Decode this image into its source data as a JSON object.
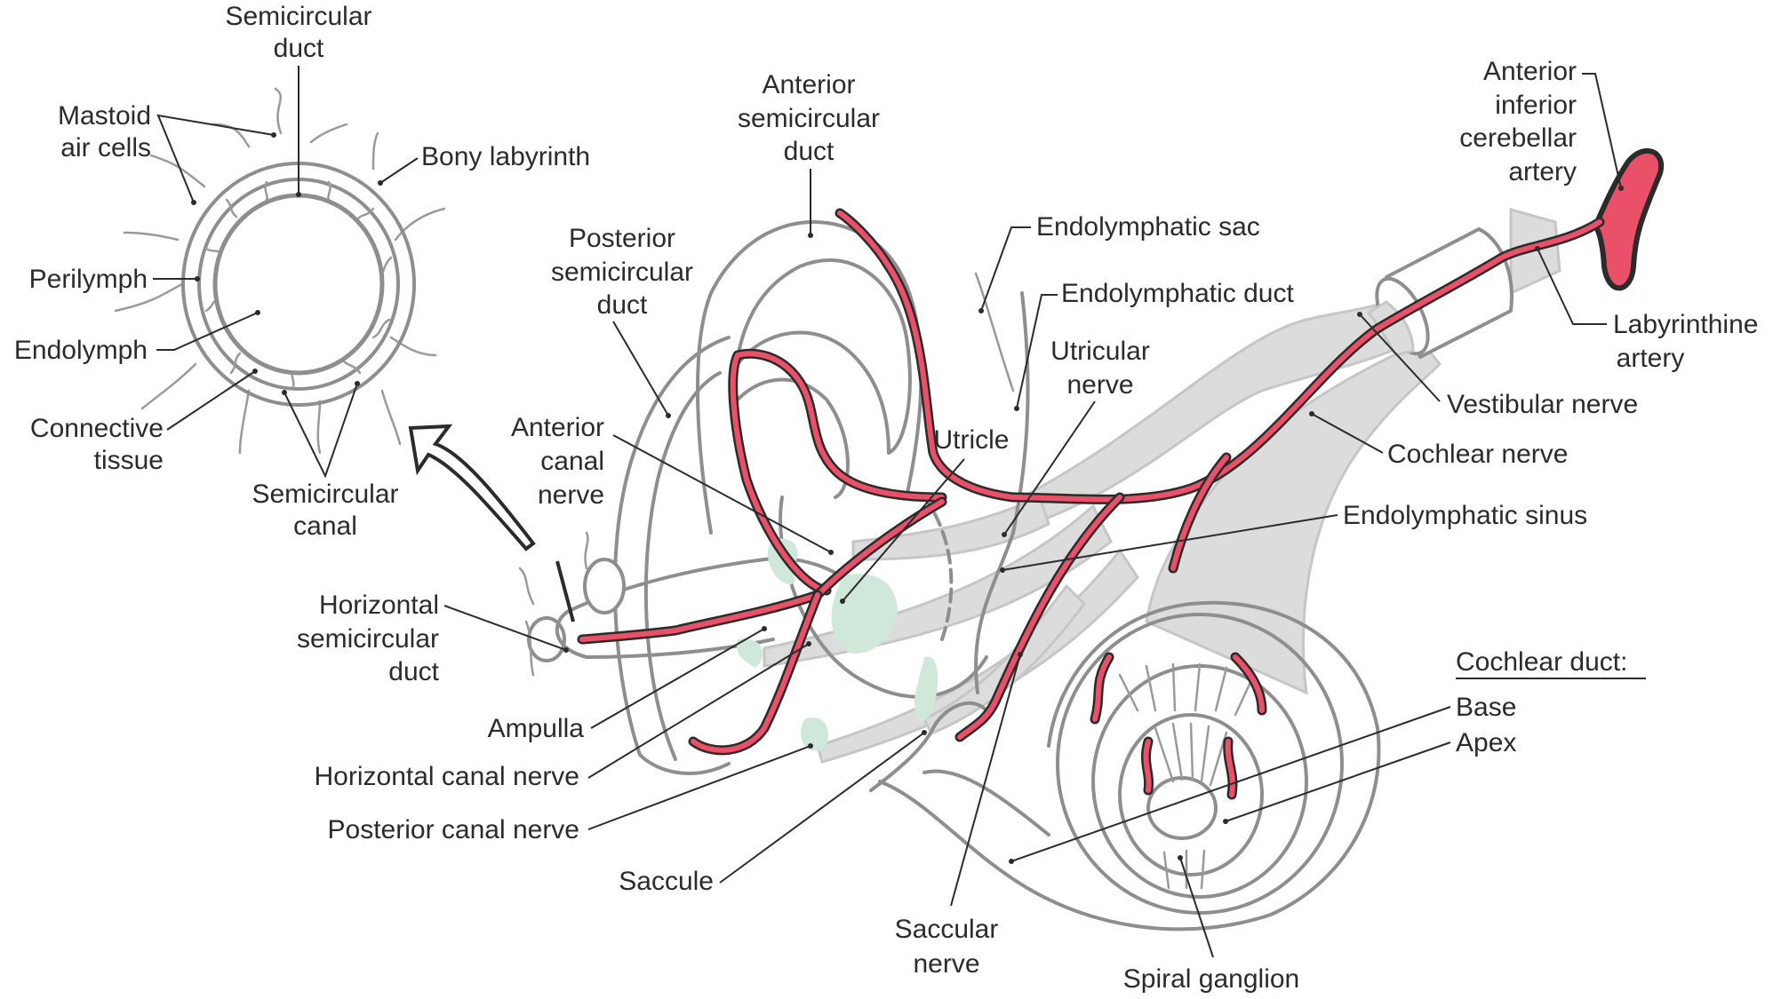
{
  "figure": {
    "colors": {
      "artery": "#ea5068",
      "sensory_epithelium": "#cfe8da",
      "nerve": "#dcdcdd",
      "outline": "#8e8e8e",
      "leader": "#2b2b2b"
    },
    "inset_labels": {
      "semicircular_duct": [
        "Semicircular",
        "duct"
      ],
      "mastoid_air_cells": [
        "Mastoid",
        "air cells"
      ],
      "bony_labyrinth": "Bony labyrinth",
      "perilymph": "Perilymph",
      "endolymph": "Endolymph",
      "connective_tissue": [
        "Connective",
        "tissue"
      ],
      "semicircular_canal": [
        "Semicircular",
        "canal"
      ]
    },
    "labels": {
      "posterior_semicircular_duct": [
        "Posterior",
        "semicircular",
        "duct"
      ],
      "anterior_semicircular_duct": [
        "Anterior",
        "semicircular",
        "duct"
      ],
      "endolymphatic_sac": "Endolymphatic sac",
      "endolymphatic_duct": "Endolymphatic duct",
      "utricular_nerve": [
        "Utricular",
        "nerve"
      ],
      "utricle": "Utricle",
      "anterior_canal_nerve": [
        "Anterior",
        "canal",
        "nerve"
      ],
      "aica": [
        "Anterior",
        "inferior",
        "cerebellar",
        "artery"
      ],
      "labyrinthine_artery": [
        "Labyrinthine",
        "artery"
      ],
      "vestibular_nerve": "Vestibular nerve",
      "cochlear_nerve": "Cochlear nerve",
      "endolymphatic_sinus": "Endolymphatic sinus",
      "horizontal_semicircular_duct": [
        "Horizontal",
        "semicircular",
        "duct"
      ],
      "ampulla": "Ampulla",
      "horizontal_canal_nerve": "Horizontal canal nerve",
      "posterior_canal_nerve": "Posterior canal nerve",
      "saccule": "Saccule",
      "saccular_nerve": [
        "Saccular",
        "nerve"
      ],
      "spiral_ganglion": "Spiral ganglion",
      "cochlear_duct_heading": "Cochlear duct:",
      "base": "Base",
      "apex": "Apex"
    }
  }
}
